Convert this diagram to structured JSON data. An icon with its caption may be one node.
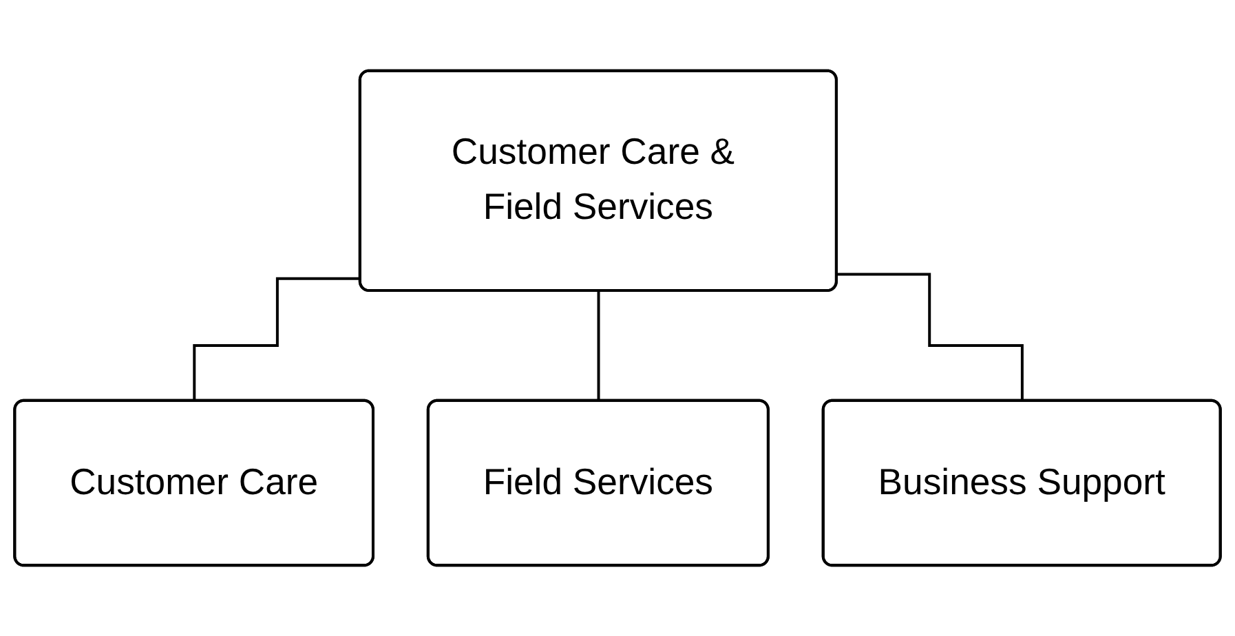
{
  "diagram": {
    "nodes": [
      {
        "text": [
          "Customer Care & Field Services"
        ]
      },
      {
        "text": [
          "Customer Care"
        ]
      },
      {
        "text": [
          "Field Services"
        ]
      },
      {
        "text": [
          "Business Support"
        ]
      }
    ],
    "edges": [
      {
        "from": 0,
        "to": 1,
        "arrow": "none"
      },
      {
        "from": 0,
        "to": 2,
        "arrow": "none"
      },
      {
        "from": 0,
        "to": 3,
        "arrow": "none"
      }
    ]
  }
}
